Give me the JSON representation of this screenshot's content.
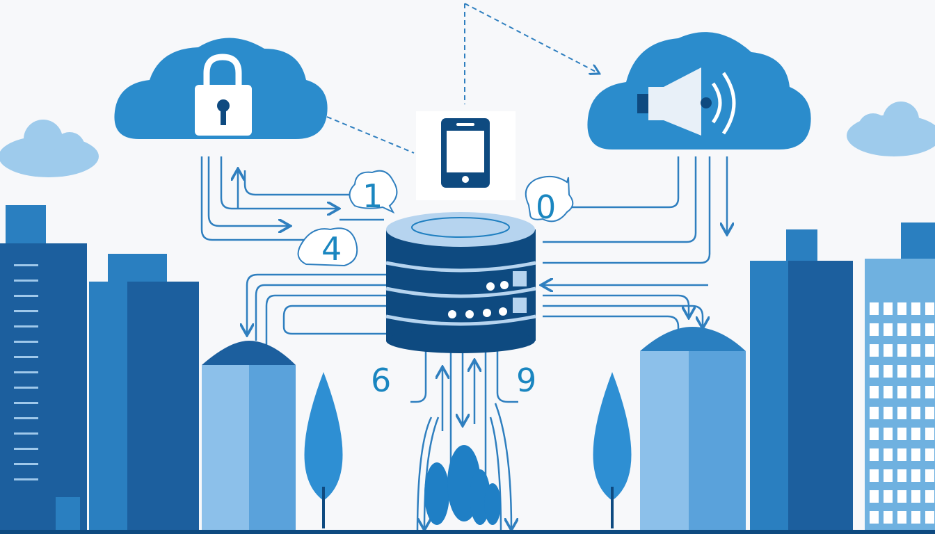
{
  "labels": {
    "one": "1",
    "zero": "0",
    "four": "4",
    "six": "6",
    "nine": "9"
  },
  "colors": {
    "navy": "#0e4a80",
    "mid": "#2a7fc0",
    "light": "#6fb1e0",
    "pale": "#bcd8ef",
    "bg": "#f7f8fa"
  }
}
